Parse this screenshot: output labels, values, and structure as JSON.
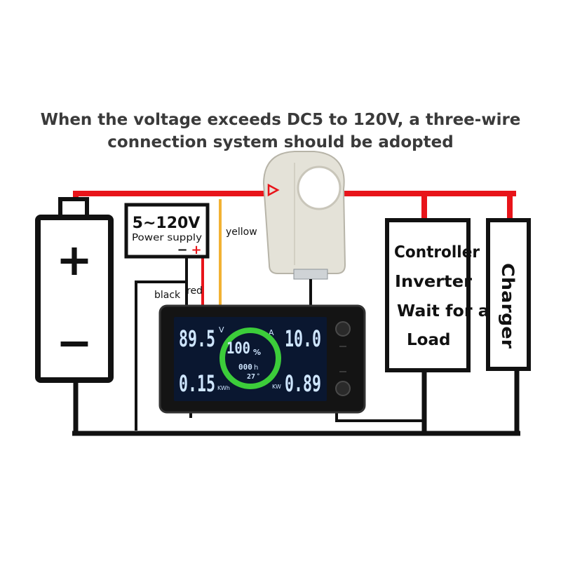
{
  "heading": {
    "line1": "When the voltage exceeds DC5 to 120V, a three-wire",
    "line2": "connection system should be adopted"
  },
  "battery": {
    "plus": "+",
    "minus": "−"
  },
  "power_supply": {
    "range": "5~120V",
    "label": "Power supply",
    "minus": "−",
    "plus": "+"
  },
  "wire_labels": {
    "black": "black",
    "red": "red",
    "yellow": "yellow"
  },
  "meter": {
    "voltage": "89.5",
    "voltage_unit": "V",
    "current": "10.0",
    "current_unit": "A",
    "percent": "100",
    "percent_unit": "%",
    "capacity": "000",
    "capacity_unit": "h",
    "temperature": "27",
    "temperature_unit": "°",
    "energy": "0.15",
    "energy_unit": "KWh",
    "power": "0.89",
    "power_unit": "KW"
  },
  "loads": {
    "controller": "Controller",
    "inverter": "Inverter",
    "wait": "Wait for al",
    "load": "Load",
    "charger": "Charger"
  },
  "colors": {
    "positive_wire": "#e8141a",
    "negative_wire": "#111111",
    "signal_wire": "#f2b233",
    "lcd_background": "#0a1730",
    "lcd_digits": "#cfe6ff",
    "ring": "#3ccd3a",
    "sensor": "#e4e2d8"
  }
}
